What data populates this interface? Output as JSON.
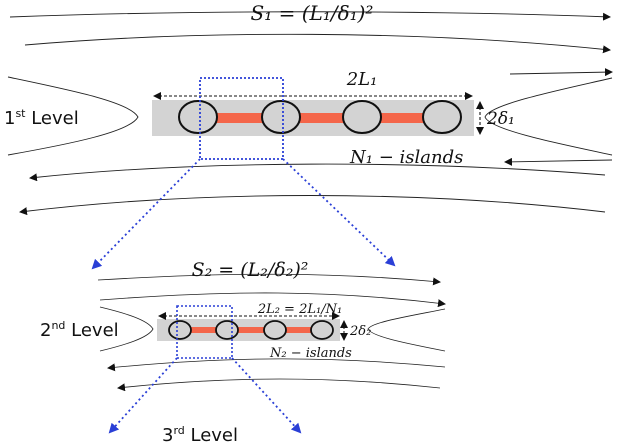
{
  "level1": {
    "level_number": "1",
    "level_suffix": "st",
    "level_word": " Level",
    "sweet_parameter": "S₁ = (L₁/δ₁)²",
    "length_label": "2L₁",
    "width_label": "2δ₁",
    "islands_label": "N₁ − islands"
  },
  "level2": {
    "level_number": "2",
    "level_suffix": "nd",
    "level_word": " Level",
    "sweet_parameter": "S₂ = (L₂/δ₂)²",
    "length_label": "2L₂ = 2L₁/N₁",
    "width_label": "2δ₂",
    "islands_label": "N₂ − islands"
  },
  "level3": {
    "level_number": "3",
    "level_suffix": "rd",
    "level_word": " Level"
  },
  "colors": {
    "sheet_fill": "#d3d3d3",
    "current_core": "#f4664a",
    "island_fill": "#d3d3d3",
    "zoom_box": "#2a3fd6",
    "field_line": "#222222"
  }
}
